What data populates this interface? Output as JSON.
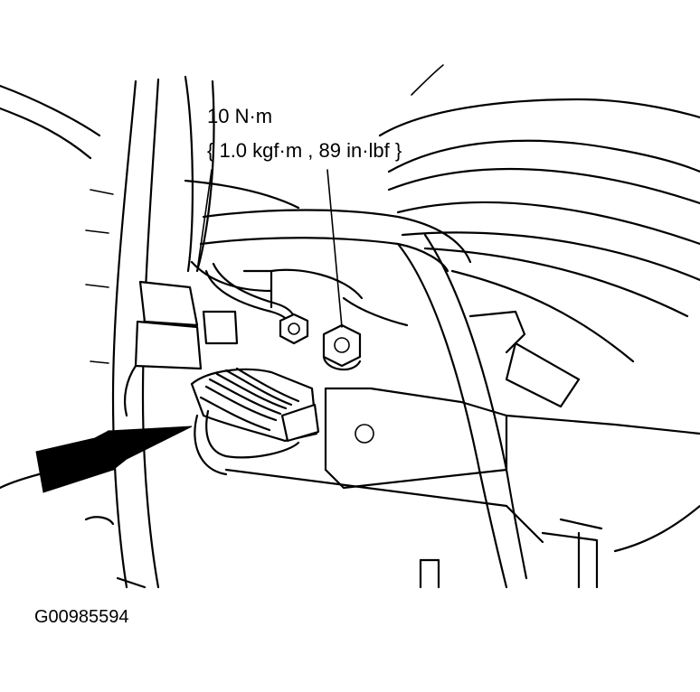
{
  "annotation": {
    "torque_nm": "10 N·m",
    "torque_alt": "{ 1.0 kgf·m , 89 in·lbf }"
  },
  "figure": {
    "id": "G00985594"
  },
  "colors": {
    "line": "#000000",
    "background": "#ffffff"
  },
  "icons": {
    "pointer": "arrow-icon"
  }
}
